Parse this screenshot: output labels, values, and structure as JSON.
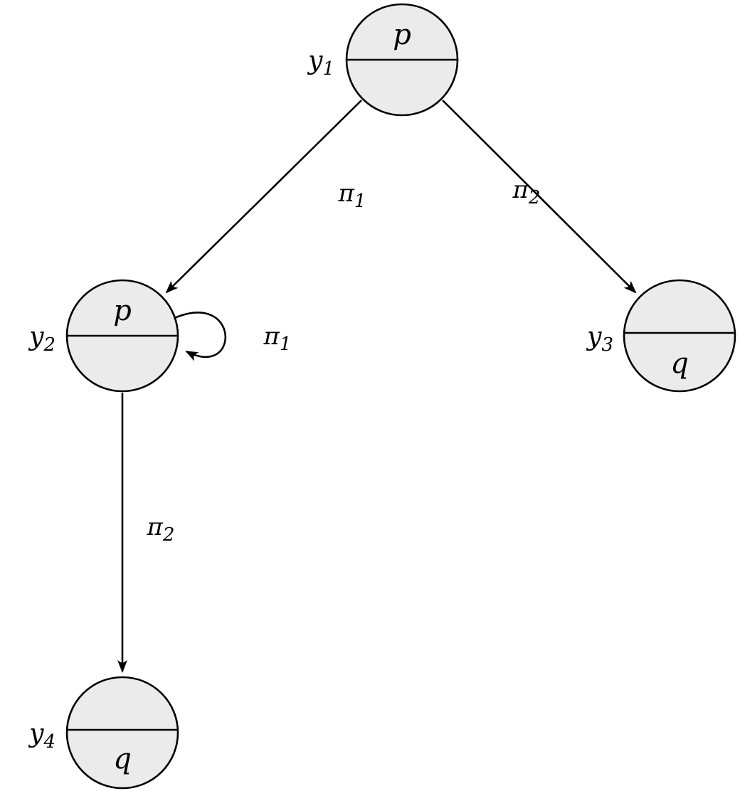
{
  "diagram": {
    "type": "state-transition-tree",
    "colors": {
      "node_fill": "#ebebeb",
      "stroke": "#000000",
      "background": "#ffffff"
    },
    "nodes": [
      {
        "id": "y1",
        "label_base": "y",
        "label_sub": "1",
        "top_prop": "p",
        "bottom_prop": ""
      },
      {
        "id": "y2",
        "label_base": "y",
        "label_sub": "2",
        "top_prop": "p",
        "bottom_prop": ""
      },
      {
        "id": "y3",
        "label_base": "y",
        "label_sub": "3",
        "top_prop": "",
        "bottom_prop": "q"
      },
      {
        "id": "y4",
        "label_base": "y",
        "label_sub": "4",
        "top_prop": "",
        "bottom_prop": "q"
      }
    ],
    "edges": [
      {
        "from": "y1",
        "to": "y2",
        "label_base": "π",
        "label_sub": "1"
      },
      {
        "from": "y1",
        "to": "y3",
        "label_base": "π",
        "label_sub": "2"
      },
      {
        "from": "y2",
        "to": "y2",
        "label_base": "π",
        "label_sub": "1",
        "self_loop": true
      },
      {
        "from": "y2",
        "to": "y4",
        "label_base": "π",
        "label_sub": "2"
      }
    ]
  }
}
